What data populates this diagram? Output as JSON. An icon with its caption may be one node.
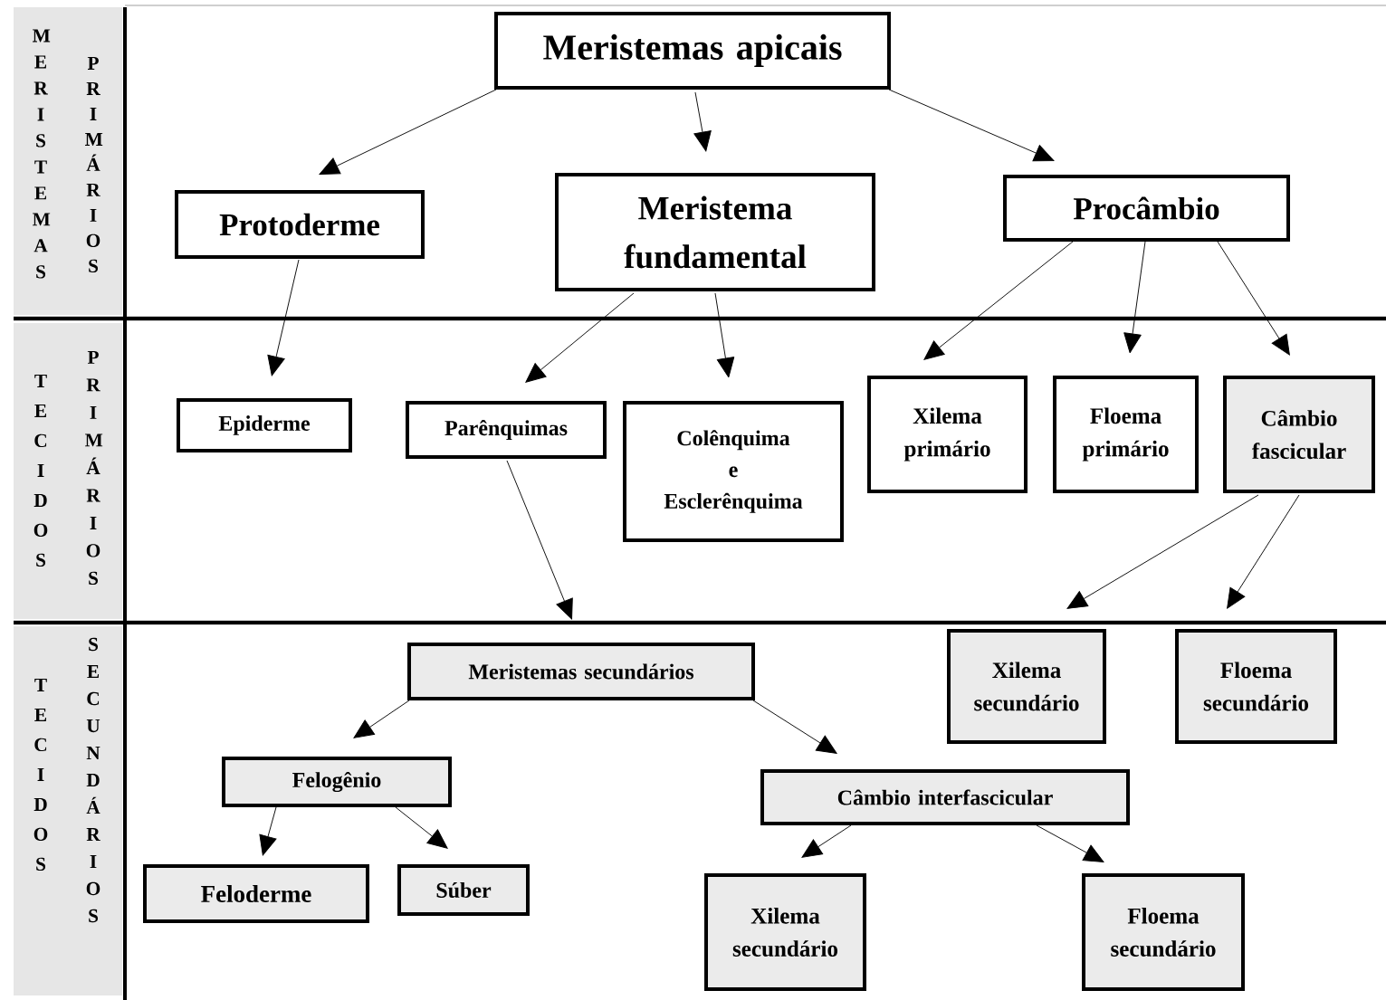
{
  "diagram": {
    "nodes": [
      {
        "text": [
          "MERISTEMAS",
          "PRIMÁRIOS"
        ]
      },
      {
        "text": [
          "TECIDOS",
          "PRIMÁRIOS"
        ]
      },
      {
        "text": [
          "TECIDOS",
          "SECUNDÁRIOS"
        ]
      },
      {
        "text": [
          "Meristemas apicais"
        ]
      },
      {
        "text": [
          "Protoderme"
        ]
      },
      {
        "text": [
          "Meristema fundamental"
        ]
      },
      {
        "text": [
          "Procâmbio"
        ]
      },
      {
        "text": [
          "Epiderme"
        ]
      },
      {
        "text": [
          "Parênquimas"
        ]
      },
      {
        "text": [
          "Colênquima e Esclerênquima"
        ]
      },
      {
        "text": [
          "Xilema primário"
        ]
      },
      {
        "text": [
          "Floema primário"
        ]
      },
      {
        "text": [
          "Câmbio fascicular"
        ]
      },
      {
        "text": [
          "Xilema secundário"
        ]
      },
      {
        "text": [
          "Floema secundário"
        ]
      },
      {
        "text": [
          "Meristemas secundários"
        ]
      },
      {
        "text": [
          "Felogênio"
        ]
      },
      {
        "text": [
          "Câmbio interfascicular"
        ]
      },
      {
        "text": [
          "Feloderme"
        ]
      },
      {
        "text": [
          "Súber"
        ]
      },
      {
        "text": [
          "Xilema secundário"
        ]
      },
      {
        "text": [
          "Floema secundário"
        ]
      }
    ],
    "edges": [
      {
        "from": 3,
        "to": 4,
        "arrow": "to"
      },
      {
        "from": 3,
        "to": 5,
        "arrow": "to"
      },
      {
        "from": 3,
        "to": 6,
        "arrow": "to"
      },
      {
        "from": 4,
        "to": 7,
        "arrow": "to"
      },
      {
        "from": 5,
        "to": 8,
        "arrow": "to"
      },
      {
        "from": 5,
        "to": 9,
        "arrow": "to"
      },
      {
        "from": 6,
        "to": 10,
        "arrow": "to"
      },
      {
        "from": 6,
        "to": 11,
        "arrow": "to"
      },
      {
        "from": 6,
        "to": 12,
        "arrow": "to"
      },
      {
        "from": 8,
        "to": 15,
        "arrow": "to"
      },
      {
        "from": 12,
        "to": 13,
        "arrow": "to"
      },
      {
        "from": 12,
        "to": 14,
        "arrow": "to"
      },
      {
        "from": 15,
        "to": 16,
        "arrow": "to"
      },
      {
        "from": 15,
        "to": 17,
        "arrow": "to"
      },
      {
        "from": 16,
        "to": 18,
        "arrow": "to"
      },
      {
        "from": 16,
        "to": 19,
        "arrow": "to"
      },
      {
        "from": 17,
        "to": 20,
        "arrow": "to"
      },
      {
        "from": 17,
        "to": 21,
        "arrow": "to"
      }
    ]
  }
}
